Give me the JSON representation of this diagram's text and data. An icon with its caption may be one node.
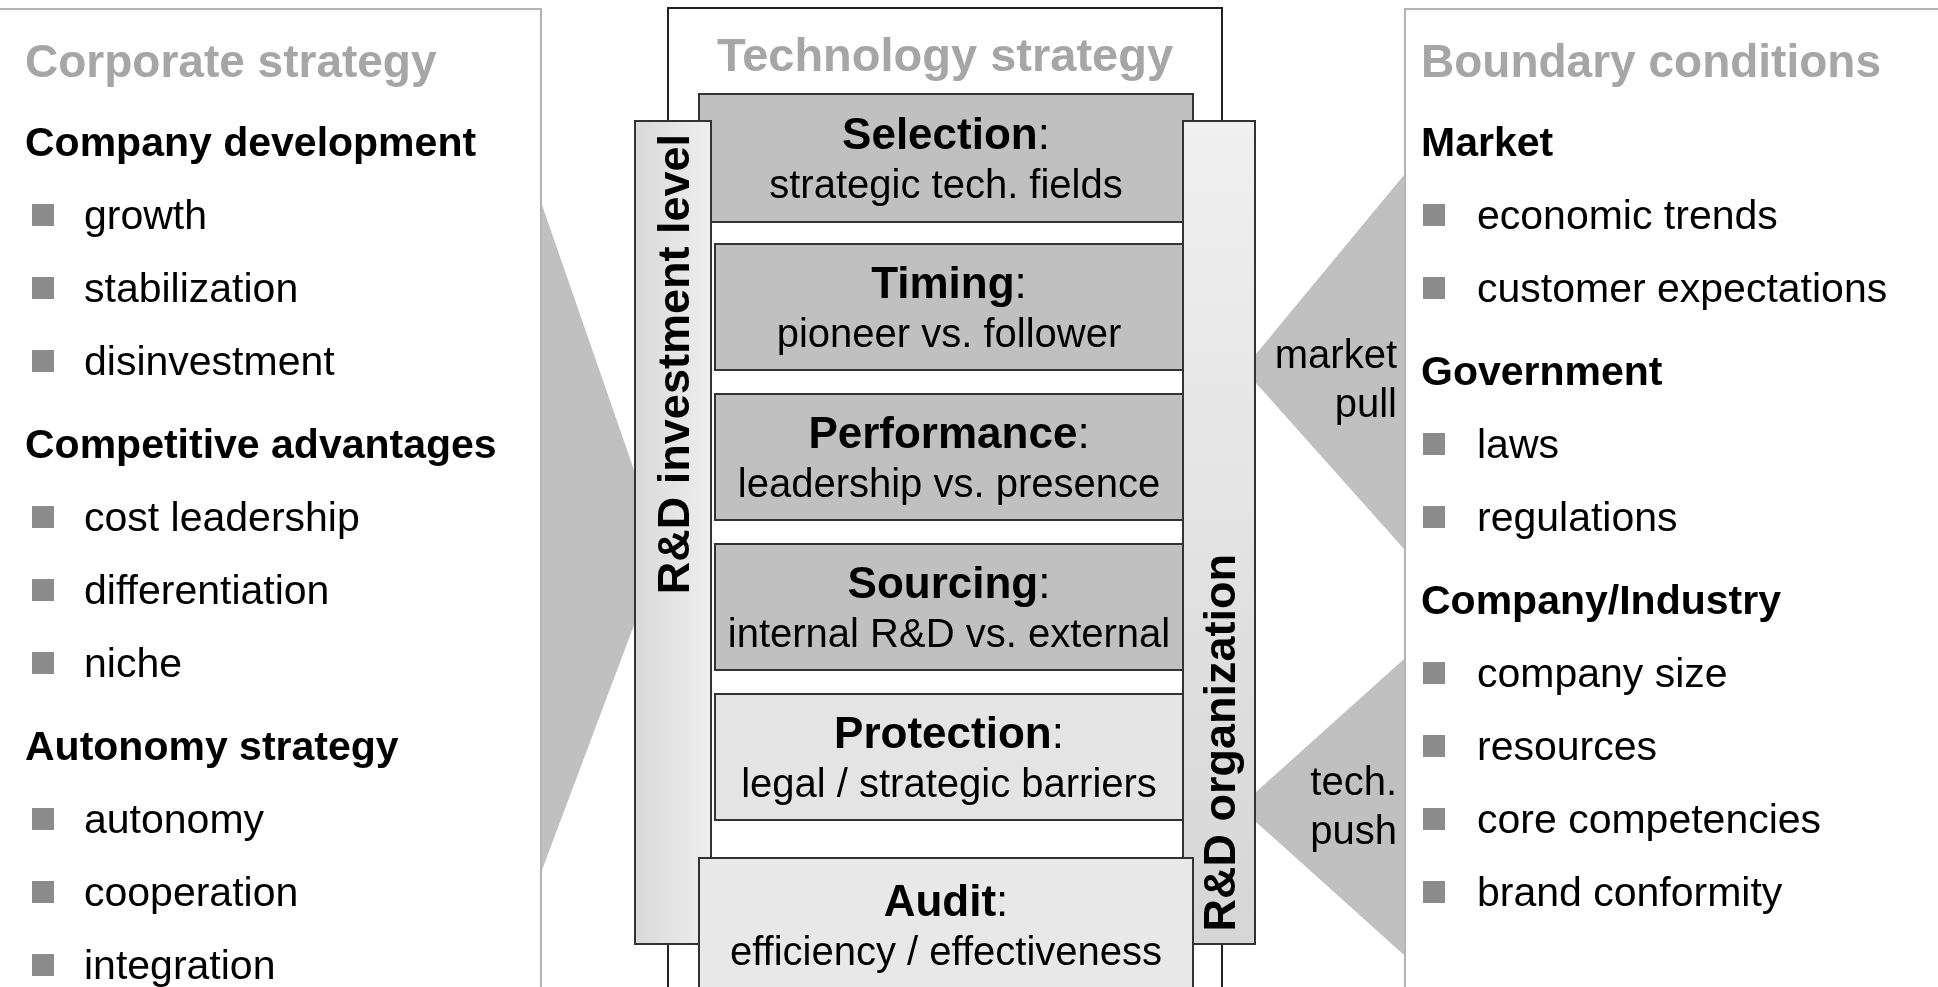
{
  "diagram": {
    "nodes": [
      {
        "text": [
          "Corporate strategy",
          "Company development",
          "growth",
          "stabilization",
          "disinvestment",
          "Competitive advantages",
          "cost leadership",
          "differentiation",
          "niche",
          "Autonomy strategy",
          "autonomy",
          "cooperation",
          "integration"
        ]
      },
      {
        "text": [
          "Technology strategy"
        ]
      },
      {
        "text": [
          "R&D investment level"
        ]
      },
      {
        "text": [
          "**Selection**:",
          "strategic tech. fields"
        ],
        "in": 1
      },
      {
        "text": [
          "**Timing**:",
          "pioneer vs. follower"
        ],
        "in": 1
      },
      {
        "text": [
          "**Performance**:",
          "leadership vs. presence"
        ],
        "in": 1
      },
      {
        "text": [
          "**Sourcing**:",
          "internal R&D vs. external"
        ],
        "in": 1
      },
      {
        "text": [
          "**Protection**:",
          "legal / strategic barriers"
        ],
        "in": 1
      },
      {
        "text": [
          "**Audit**:",
          "efficiency / effectiveness"
        ],
        "in": 1
      },
      {
        "text": [
          "R&D organization"
        ]
      },
      {
        "text": [
          "Boundary conditions",
          "Market",
          "economic trends",
          "customer expectations",
          "Government",
          "laws",
          "regulations",
          "Company/Industry",
          "company size",
          "resources",
          "core competencies",
          "brand conformity"
        ]
      }
    ],
    "edges": [
      {
        "from": 0,
        "to": 2,
        "arrow": "none",
        "style": "thick"
      },
      {
        "from": 10,
        "to": 9,
        "arrow": "none",
        "style": "thick",
        "label": "market pull"
      },
      {
        "from": 10,
        "to": 9,
        "arrow": "none",
        "style": "thick",
        "label": "tech. push"
      }
    ]
  }
}
